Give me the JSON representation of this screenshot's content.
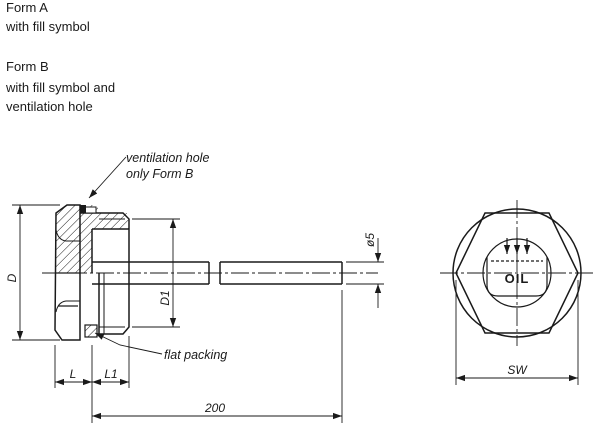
{
  "notes": {
    "form_a_title": "Form A",
    "form_a_desc": "with fill symbol",
    "form_b_title": "Form B",
    "form_b_desc_line1": "with fill symbol and",
    "form_b_desc_line2": "ventilation hole"
  },
  "callouts": {
    "vent_line1": "ventilation hole",
    "vent_line2": "only Form B",
    "packing": "flat packing"
  },
  "dimensions": {
    "d": "D",
    "d1": "D1",
    "d5": "ø5",
    "l": "L",
    "l1": "L1",
    "length": "200",
    "sw": "SW"
  },
  "symbol": {
    "oil": "OIL"
  },
  "colors": {
    "line": "#1a1a1a",
    "background": "#ffffff"
  }
}
